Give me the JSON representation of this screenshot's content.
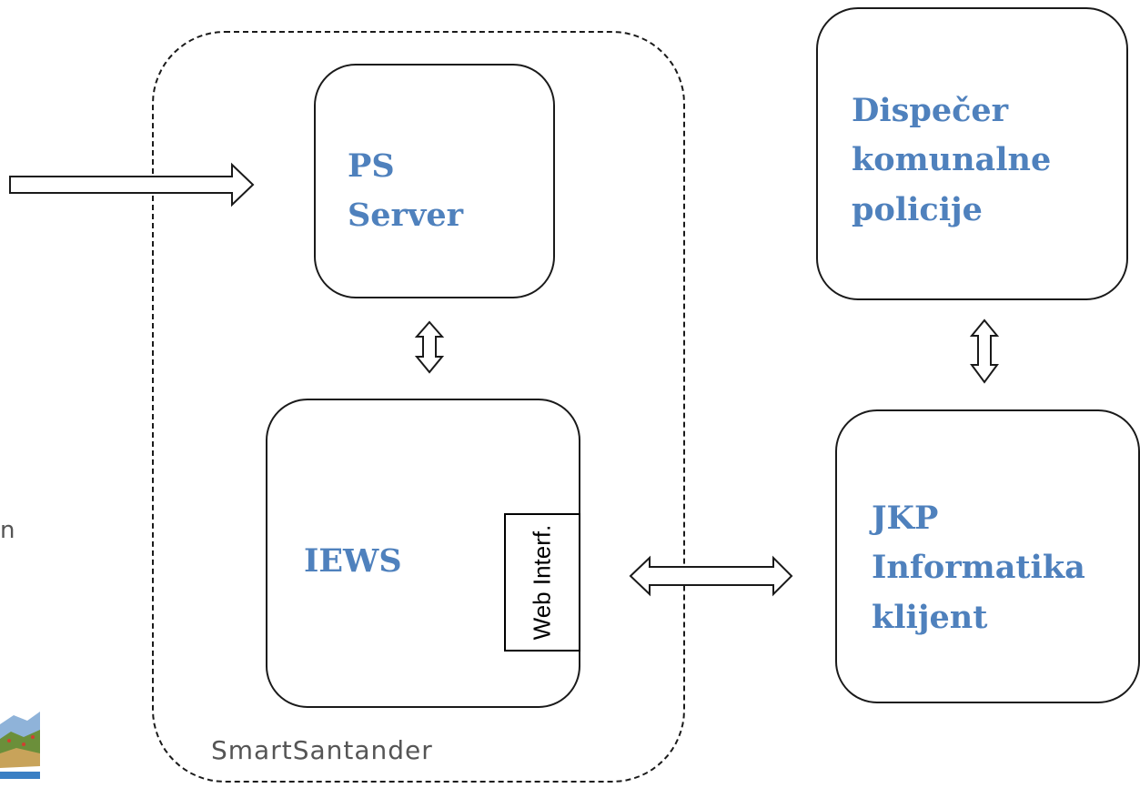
{
  "group": {
    "label": "SmartSantander"
  },
  "nodes": {
    "ps_server": {
      "lines": [
        "PS",
        "Server"
      ]
    },
    "iews": {
      "lines": [
        "IEWS"
      ],
      "sub_label": "Web Interf."
    },
    "dispecer": {
      "lines": [
        "Dispečer",
        "komunalne",
        "policije"
      ]
    },
    "jkp": {
      "lines": [
        "JKP",
        "Informatika",
        "klijent"
      ]
    }
  },
  "left_fragment": "n",
  "colors": {
    "label": "#4f81bd",
    "border": "#1a1a1a"
  }
}
